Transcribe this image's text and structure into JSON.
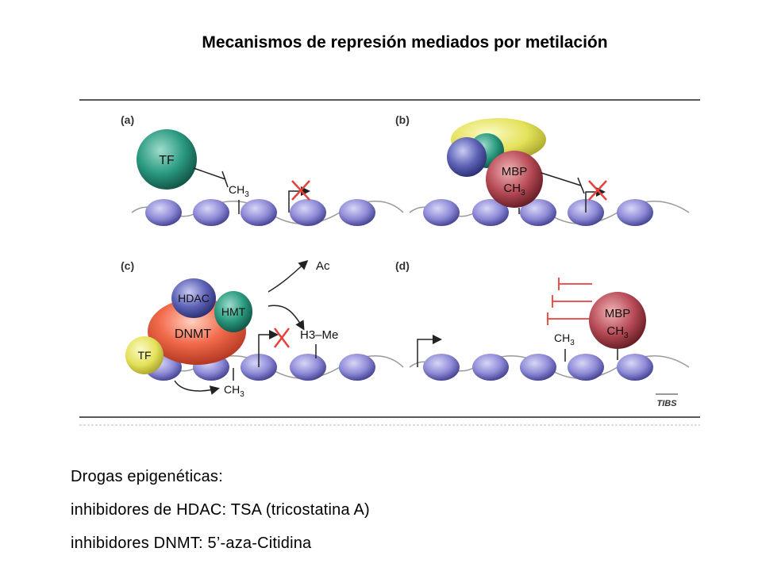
{
  "slide": {
    "title": "Mecanismos de represión mediados por metilación"
  },
  "figure": {
    "panels": [
      {
        "label": "(a)",
        "labels": {
          "tf": "TF",
          "ch3": "CH",
          "sub": "3"
        }
      },
      {
        "label": "(b)",
        "labels": {
          "mbp_top": "MBP",
          "mbp_bottom": "CH",
          "sub": "3"
        }
      },
      {
        "label": "(c)",
        "labels": {
          "hdac": "HDAC",
          "hmt": "HMT",
          "dnmt": "DNMT",
          "tf": "TF",
          "ac": "Ac",
          "h3me": "H3–Me",
          "ch3": "CH",
          "sub": "3"
        }
      },
      {
        "label": "(d)",
        "labels": {
          "mbp_top": "MBP",
          "mbp_bottom": "CH",
          "ch3": "CH",
          "sub": "3"
        }
      }
    ],
    "source": "TIBS"
  },
  "drugs": {
    "heading": "Drogas epigenéticas:",
    "line1": "inhibidores  de HDAC: TSA (tricostatina A)",
    "line2": "inhibidores  DNMT: 5’-aza-Citidina"
  },
  "colors": {
    "nucleosome": "#7b78c8",
    "tf": "#1f8a74",
    "mbp": "#b24a55",
    "dnmt": "#e8503a",
    "hdac": "#5a5fb0",
    "hmt": "#2e8a78",
    "yellow": "#e6e35a",
    "red_x": "#e8413a"
  }
}
